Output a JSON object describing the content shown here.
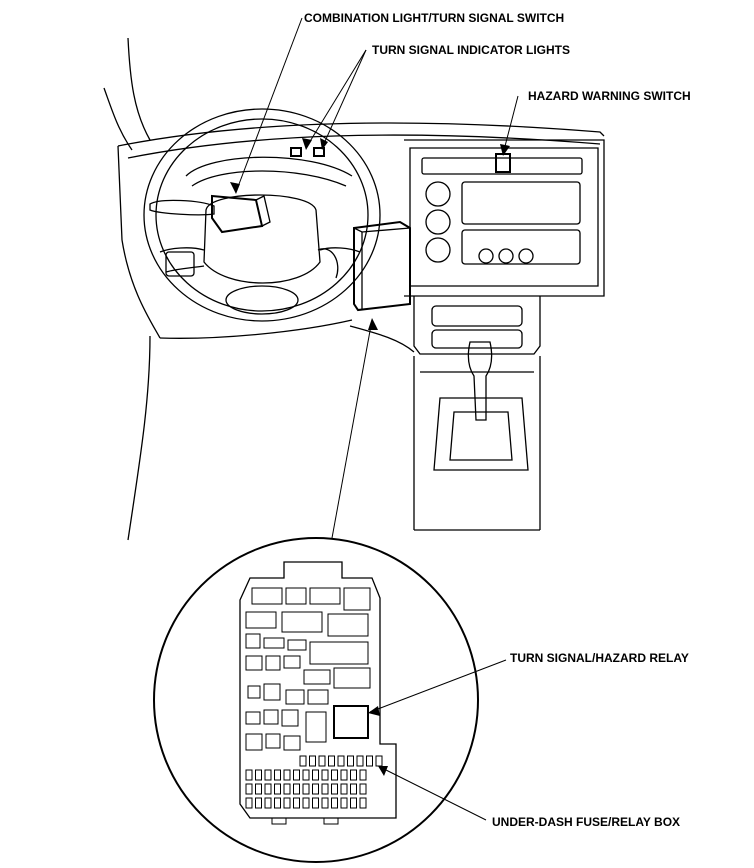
{
  "labels": {
    "combination_switch": "COMBINATION LIGHT/TURN SIGNAL SWITCH",
    "indicator_lights": "TURN SIGNAL INDICATOR LIGHTS",
    "hazard_switch": "HAZARD WARNING SWITCH",
    "relay": "TURN SIGNAL/HAZARD RELAY",
    "fuse_box": "UNDER-DASH FUSE/RELAY BOX"
  }
}
